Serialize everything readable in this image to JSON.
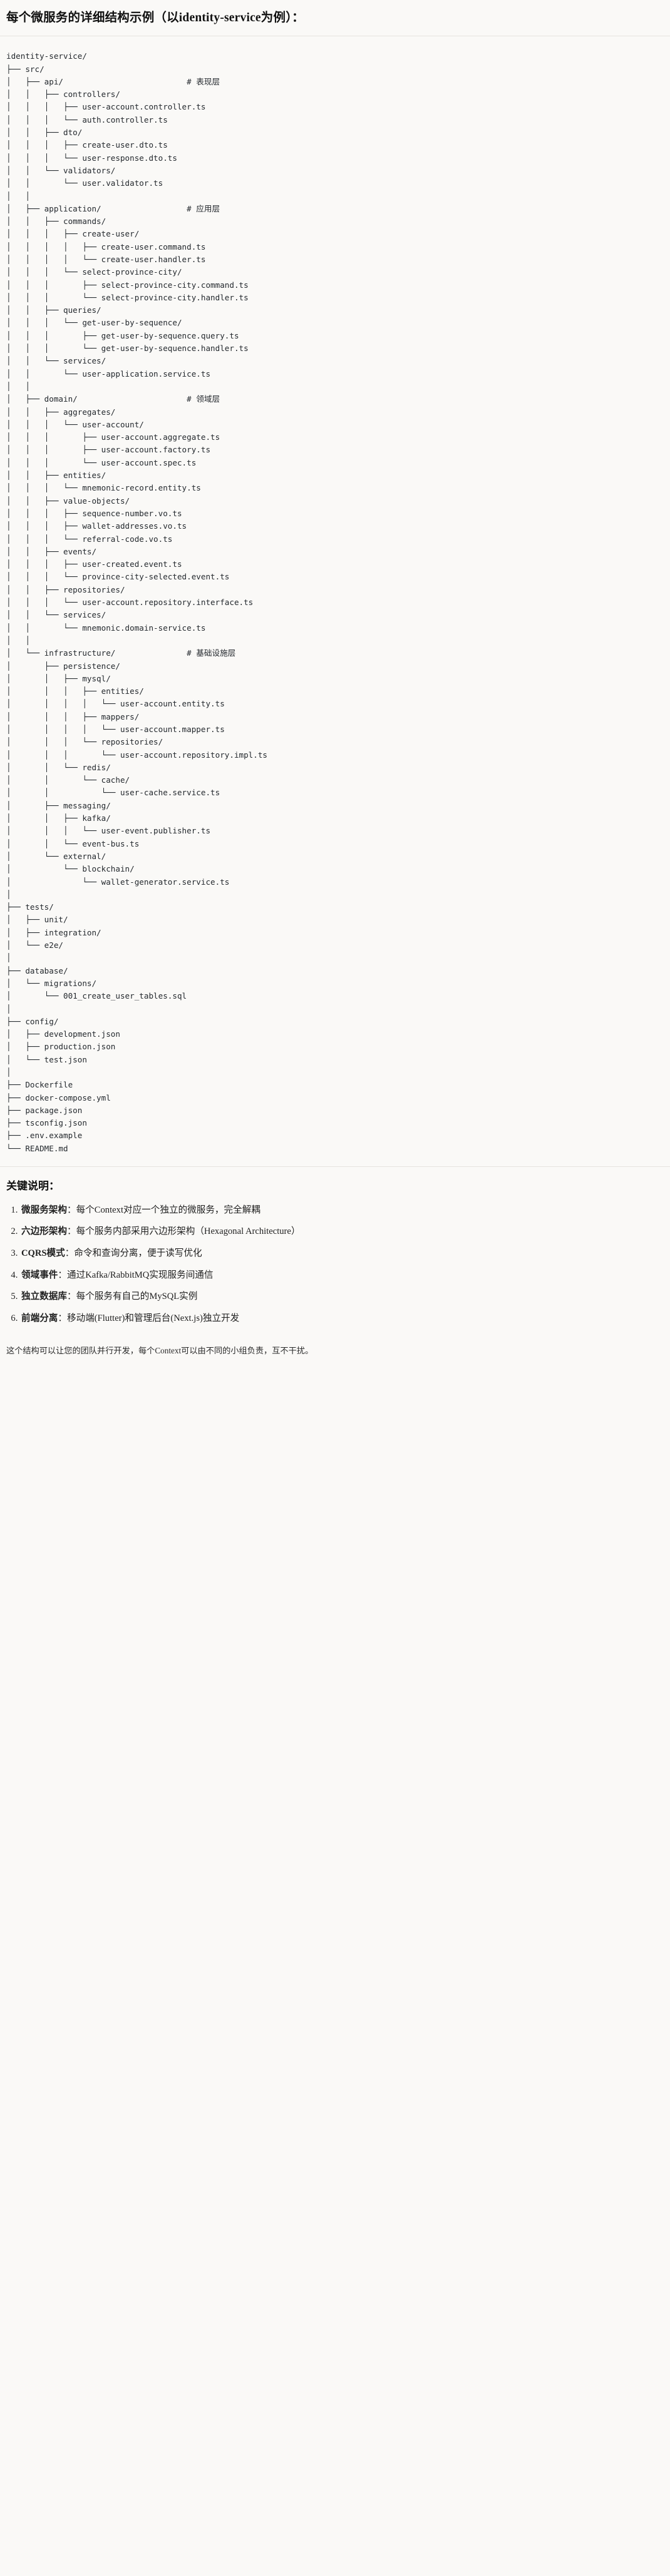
{
  "heading": "每个微服务的详细结构示例（以identity-service为例）：",
  "tree": {
    "language": "text",
    "lines": [
      "identity-service/",
      "├── src/",
      "│   ├── api/                          # 表现层",
      "│   │   ├── controllers/",
      "│   │   │   ├── user-account.controller.ts",
      "│   │   │   └── auth.controller.ts",
      "│   │   ├── dto/",
      "│   │   │   ├── create-user.dto.ts",
      "│   │   │   └── user-response.dto.ts",
      "│   │   └── validators/",
      "│   │       └── user.validator.ts",
      "│   │",
      "│   ├── application/                  # 应用层",
      "│   │   ├── commands/",
      "│   │   │   ├── create-user/",
      "│   │   │   │   ├── create-user.command.ts",
      "│   │   │   │   └── create-user.handler.ts",
      "│   │   │   └── select-province-city/",
      "│   │   │       ├── select-province-city.command.ts",
      "│   │   │       └── select-province-city.handler.ts",
      "│   │   ├── queries/",
      "│   │   │   └── get-user-by-sequence/",
      "│   │   │       ├── get-user-by-sequence.query.ts",
      "│   │   │       └── get-user-by-sequence.handler.ts",
      "│   │   └── services/",
      "│   │       └── user-application.service.ts",
      "│   │",
      "│   ├── domain/                       # 领域层",
      "│   │   ├── aggregates/",
      "│   │   │   └── user-account/",
      "│   │   │       ├── user-account.aggregate.ts",
      "│   │   │       ├── user-account.factory.ts",
      "│   │   │       └── user-account.spec.ts",
      "│   │   ├── entities/",
      "│   │   │   └── mnemonic-record.entity.ts",
      "│   │   ├── value-objects/",
      "│   │   │   ├── sequence-number.vo.ts",
      "│   │   │   ├── wallet-addresses.vo.ts",
      "│   │   │   └── referral-code.vo.ts",
      "│   │   ├── events/",
      "│   │   │   ├── user-created.event.ts",
      "│   │   │   └── province-city-selected.event.ts",
      "│   │   ├── repositories/",
      "│   │   │   └── user-account.repository.interface.ts",
      "│   │   └── services/",
      "│   │       └── mnemonic.domain-service.ts",
      "│   │",
      "│   └── infrastructure/               # 基础设施层",
      "│       ├── persistence/",
      "│       │   ├── mysql/",
      "│       │   │   ├── entities/",
      "│       │   │   │   └── user-account.entity.ts",
      "│       │   │   ├── mappers/",
      "│       │   │   │   └── user-account.mapper.ts",
      "│       │   │   └── repositories/",
      "│       │   │       └── user-account.repository.impl.ts",
      "│       │   └── redis/",
      "│       │       └── cache/",
      "│       │           └── user-cache.service.ts",
      "│       ├── messaging/",
      "│       │   ├── kafka/",
      "│       │   │   └── user-event.publisher.ts",
      "│       │   └── event-bus.ts",
      "│       └── external/",
      "│           └── blockchain/",
      "│               └── wallet-generator.service.ts",
      "│",
      "├── tests/",
      "│   ├── unit/",
      "│   ├── integration/",
      "│   └── e2e/",
      "│",
      "├── database/",
      "│   └── migrations/",
      "│       └── 001_create_user_tables.sql",
      "│",
      "├── config/",
      "│   ├── development.json",
      "│   ├── production.json",
      "│   └── test.json",
      "│",
      "├── Dockerfile",
      "├── docker-compose.yml",
      "├── package.json",
      "├── tsconfig.json",
      "├── .env.example",
      "└── README.md"
    ]
  },
  "keypoints": {
    "title": "关键说明：",
    "items": [
      {
        "term": "微服务架构",
        "sep": "：",
        "desc": "每个Context对应一个独立的微服务，完全解耦"
      },
      {
        "term": "六边形架构",
        "sep": "：",
        "desc": "每个服务内部采用六边形架构（Hexagonal Architecture）"
      },
      {
        "term": "CQRS模式",
        "sep": "：",
        "desc": "命令和查询分离，便于读写优化"
      },
      {
        "term": "领域事件",
        "sep": "：",
        "desc": "通过Kafka/RabbitMQ实现服务间通信"
      },
      {
        "term": "独立数据库",
        "sep": "：",
        "desc": "每个服务有自己的MySQL实例"
      },
      {
        "term": "前端分离",
        "sep": "：",
        "desc": "移动端(Flutter)和管理后台(Next.js)独立开发"
      }
    ]
  },
  "closing": "这个结构可以让您的团队并行开发，每个Context可以由不同的小组负责，互不干扰。",
  "colors": {
    "background": "#faf9f7",
    "text": "#1a1a1a",
    "code_text": "#24292e",
    "rule": "#e6e4e0"
  }
}
